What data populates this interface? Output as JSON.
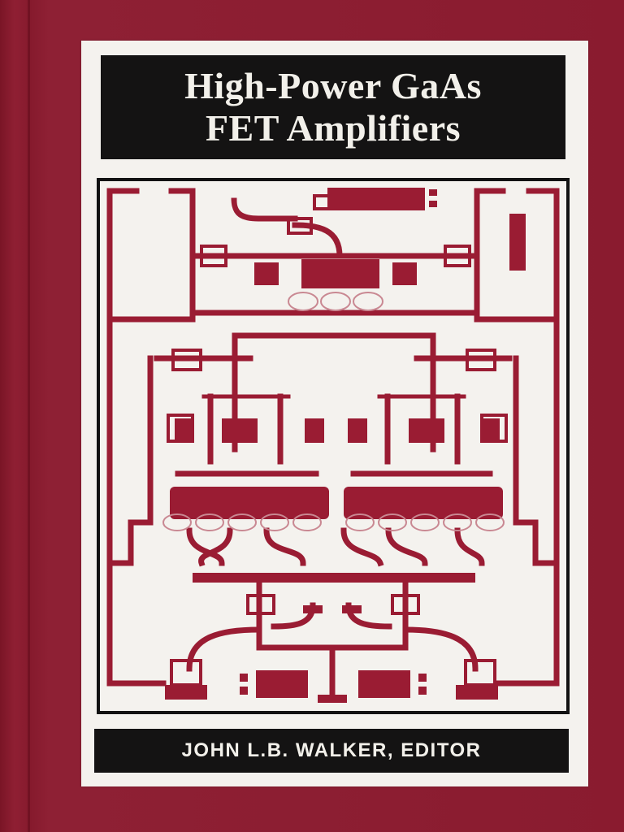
{
  "book": {
    "title_line1": "High-Power GaAs",
    "title_line2": "FET Amplifiers",
    "author": "JOHN L.B. WALKER, EDITOR"
  },
  "colors": {
    "cover": "#8a1b2f",
    "panel": "#f4f2ee",
    "label_bg": "#141313",
    "circuit": "#9a1c33"
  },
  "illustration": {
    "icon": "mmic-amplifier-layout-icon"
  }
}
